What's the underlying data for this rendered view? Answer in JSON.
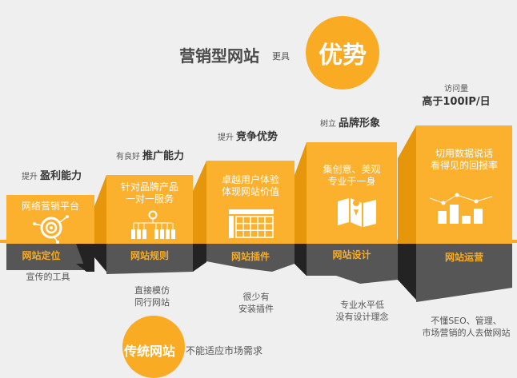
{
  "header": {
    "title": "营销型网站",
    "connector": "更具",
    "highlight": "优势"
  },
  "colors": {
    "orange": "#f9ab24",
    "orange_dark": "#e6960a",
    "gray_panel": "#565656",
    "gray_side": "#232323",
    "background": "#efefef"
  },
  "steps": [
    {
      "caption_small": "提升",
      "caption_bold": "盈利能力",
      "panel_text": [
        "网络营销平台"
      ],
      "icon": "target-icon",
      "label": "网站定位",
      "traditional": [
        "宣传的工具"
      ]
    },
    {
      "caption_small": "有良好",
      "caption_bold": "推广能力",
      "panel_text": [
        "针对品牌产品",
        "一对一服务"
      ],
      "icon": "org-chart-icon",
      "label": "网站规则",
      "traditional": [
        "直接模仿",
        "同行网站"
      ]
    },
    {
      "caption_small": "提升",
      "caption_bold": "竞争优势",
      "panel_text": [
        "卓越用户体验",
        "体现网站价值"
      ],
      "icon": "grid-table-icon",
      "label": "网站插件",
      "traditional": [
        "很少有",
        "安装插件"
      ]
    },
    {
      "caption_small": "树立",
      "caption_bold": "品牌形象",
      "panel_text": [
        "集创意、美观",
        "专业于一身"
      ],
      "icon": "map-pin-icon",
      "label": "网站设计",
      "traditional": [
        "专业水平低",
        "没有设计理念"
      ]
    },
    {
      "caption_small": "访问量",
      "caption_bold": "高于100IP/日",
      "panel_text": [
        "切用数据说话",
        "看得见的回报率"
      ],
      "icon": "bar-line-chart-icon",
      "label": "网站运营",
      "traditional": [
        "不懂SEO、管理、",
        "市场营销的人去做网站"
      ]
    }
  ],
  "footer": {
    "badge": "传统网站",
    "description": "不能适应市场需求"
  }
}
